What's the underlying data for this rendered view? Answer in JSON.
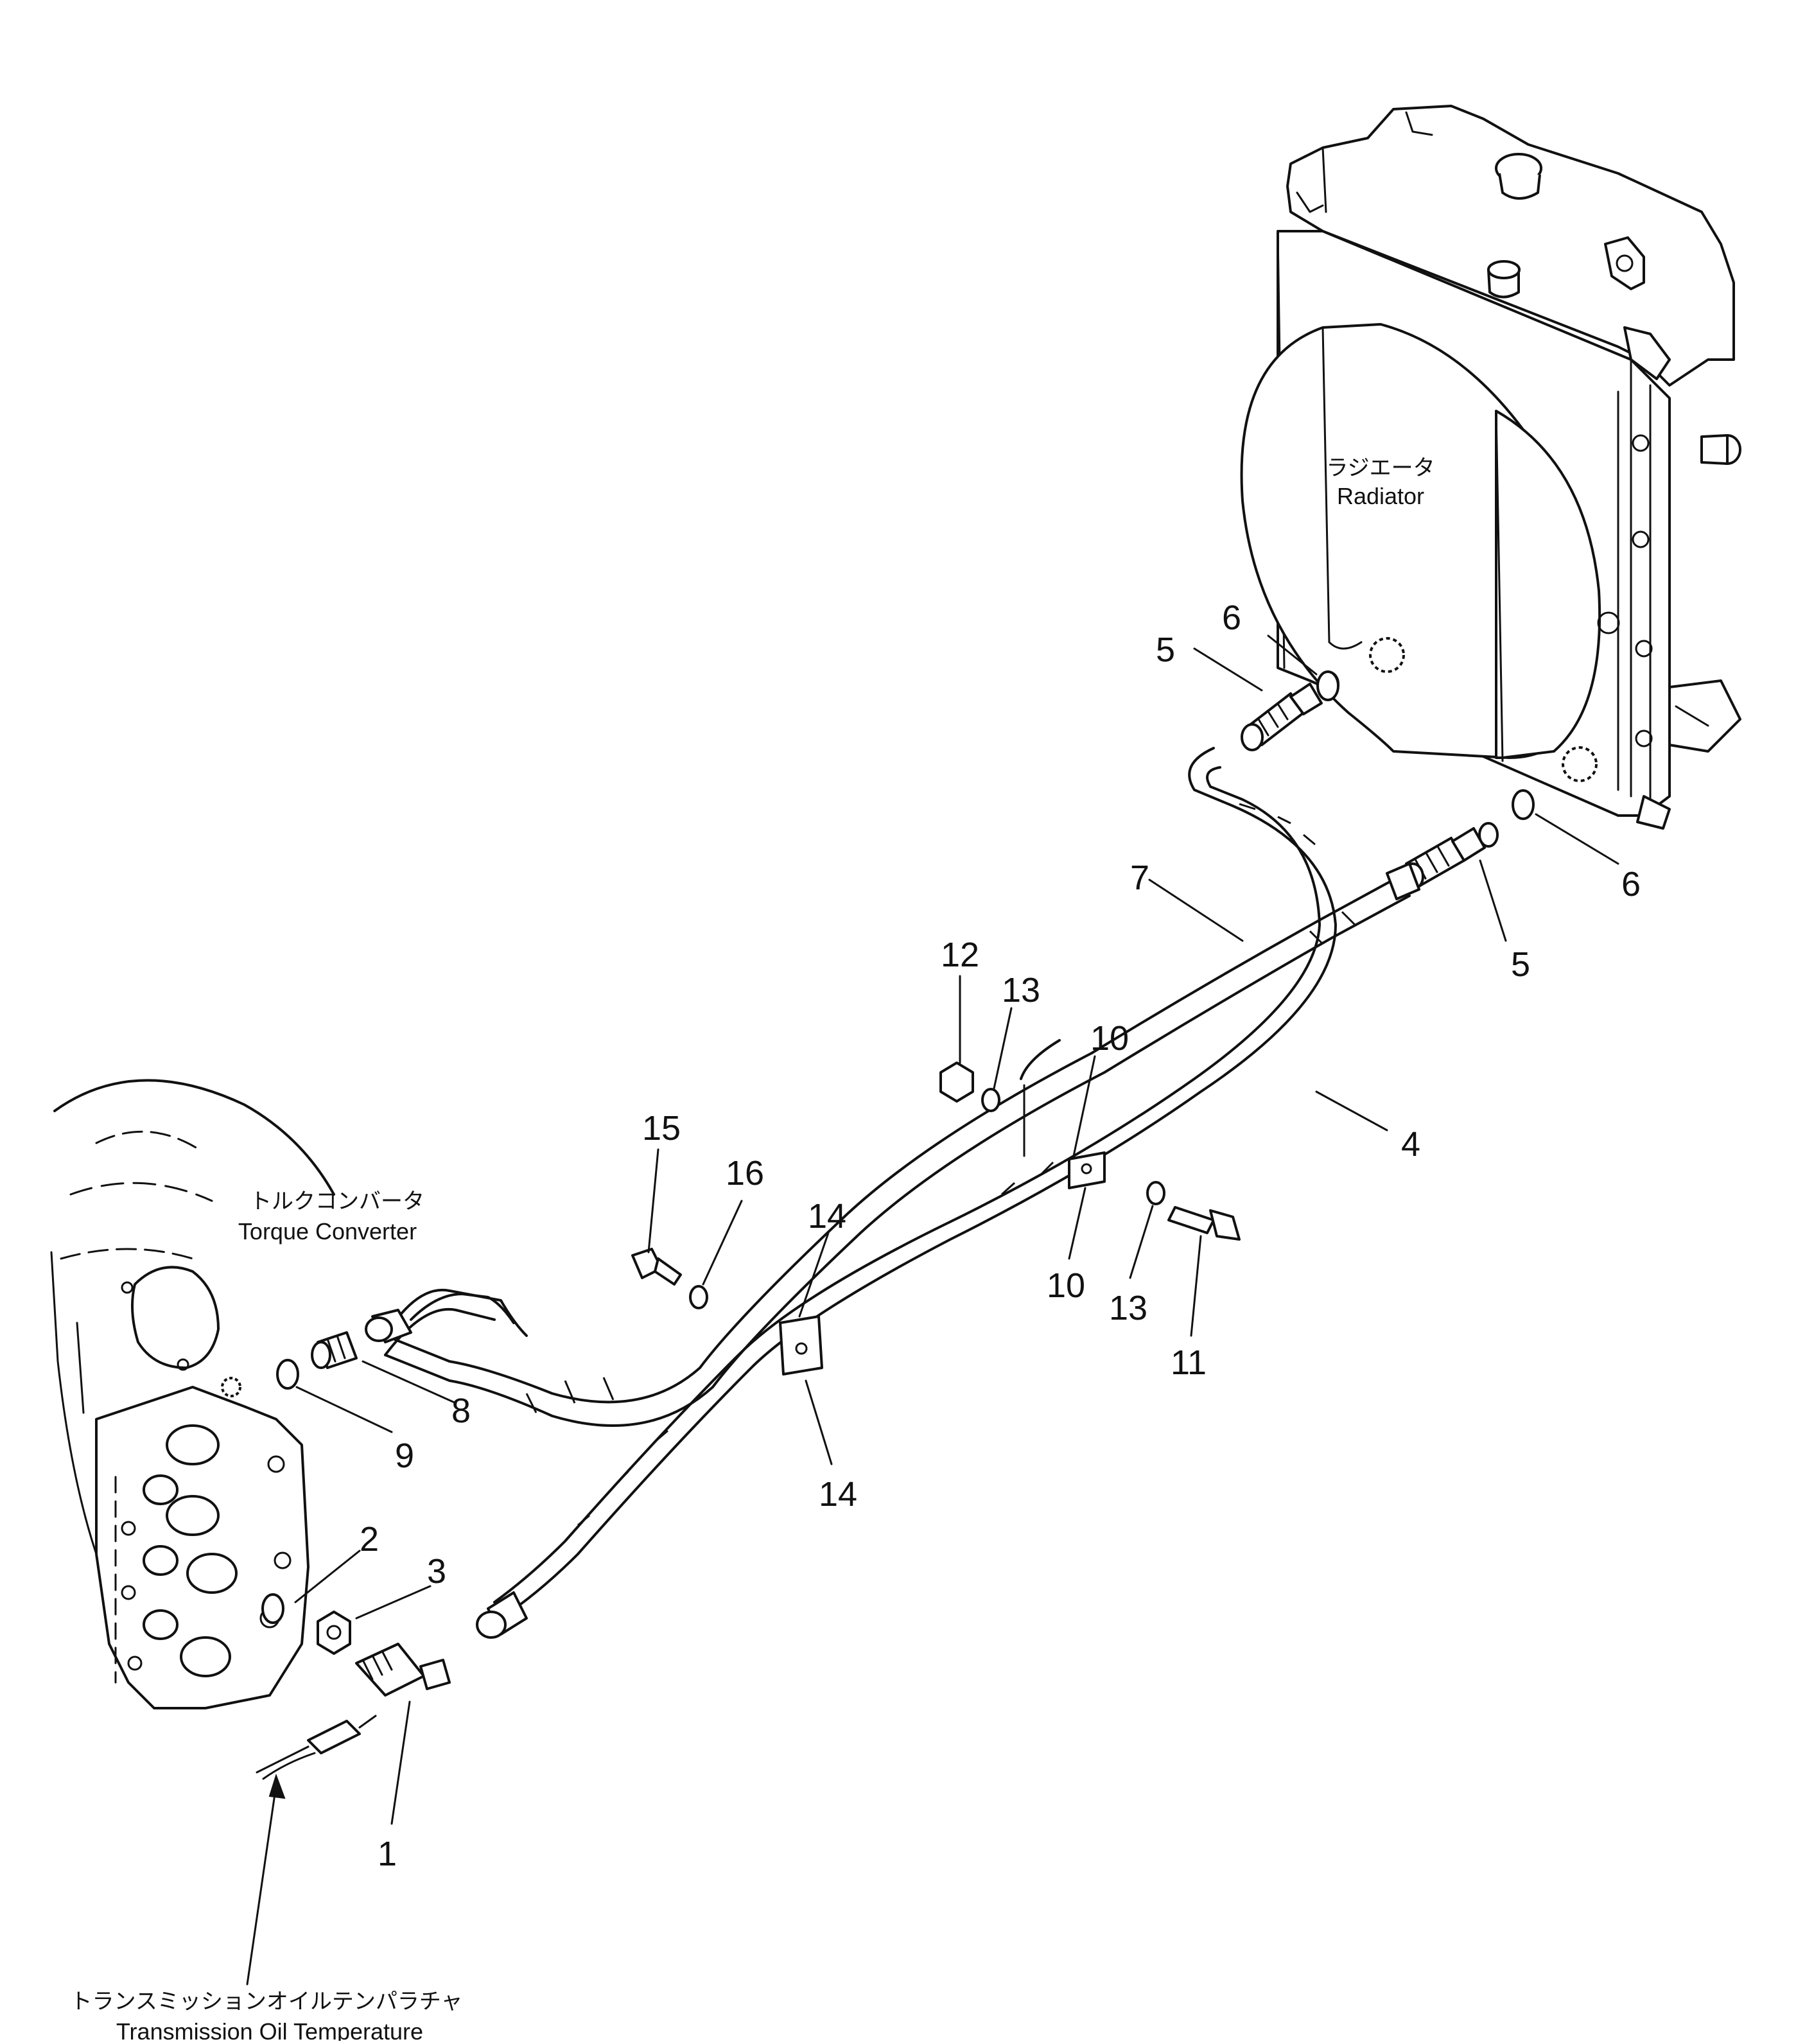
{
  "labels": {
    "radiator_jp": "ラジエータ",
    "radiator_en": "Radiator",
    "torque_converter_jp": "トルクコンバータ",
    "torque_converter_en": "Torque Converter",
    "trans_temp_jp": "トランスミッションオイルテンパラチャ",
    "trans_temp_en": "Transmission Oil Temperature"
  },
  "callouts": {
    "n1": "1",
    "n2": "2",
    "n3": "3",
    "n4": "4",
    "n5a": "5",
    "n5b": "5",
    "n6a": "6",
    "n6b": "6",
    "n7": "7",
    "n8": "8",
    "n9": "9",
    "n10a": "10",
    "n10b": "10",
    "n11": "11",
    "n12": "12",
    "n13a": "13",
    "n13b": "13",
    "n14a": "14",
    "n14b": "14",
    "n15": "15",
    "n16": "16"
  }
}
